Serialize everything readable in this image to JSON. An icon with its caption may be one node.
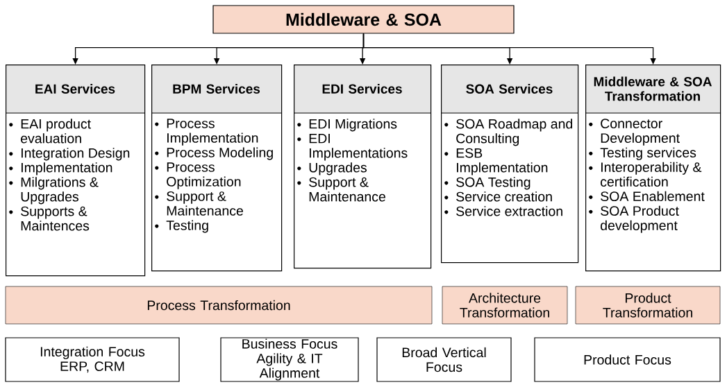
{
  "diagram": {
    "nodes": [
      {
        "text": [
          "Middleware & SOA"
        ]
      },
      {
        "text": [
          "EAI Services",
          "EAI product evaluation",
          "Integration Design",
          "Implementation",
          "Milgrations & Upgrades",
          "Supports & Maintences"
        ]
      },
      {
        "text": [
          "BPM Services",
          "Process Implementation",
          "Process Modeling",
          "Process Optimization",
          "Support & Maintenance",
          "Testing"
        ]
      },
      {
        "text": [
          "EDI Services",
          "EDI Migrations",
          "EDI Implementations",
          "Upgrades",
          "Support & Maintenance"
        ]
      },
      {
        "text": [
          "SOA Services",
          "SOA Roadmap and Consulting",
          "ESB Implementation",
          "SOA Testing",
          "Service creation",
          "Service extraction"
        ]
      },
      {
        "text": [
          "Middleware & SOA Transformation",
          "Connector Development",
          "Testing services",
          "Interoperability & certification",
          "SOA Enablement",
          "SOA Product development"
        ]
      },
      {
        "text": [
          "Process Transformation"
        ]
      },
      {
        "text": [
          "Architecture Transformation"
        ]
      },
      {
        "text": [
          "Product Transformation"
        ]
      },
      {
        "text": [
          "Integration Focus",
          "ERP, CRM"
        ]
      },
      {
        "text": [
          "Business Focus",
          "Agility & IT Alignment"
        ]
      },
      {
        "text": [
          "Broad Vertical Focus"
        ]
      },
      {
        "text": [
          "Product Focus"
        ]
      }
    ],
    "edges": [
      {
        "from": 0,
        "to": 1,
        "arrow": "to"
      },
      {
        "from": 0,
        "to": 2,
        "arrow": "to"
      },
      {
        "from": 0,
        "to": 3,
        "arrow": "to"
      },
      {
        "from": 0,
        "to": 4,
        "arrow": "to"
      },
      {
        "from": 0,
        "to": 5,
        "arrow": "to"
      }
    ]
  }
}
